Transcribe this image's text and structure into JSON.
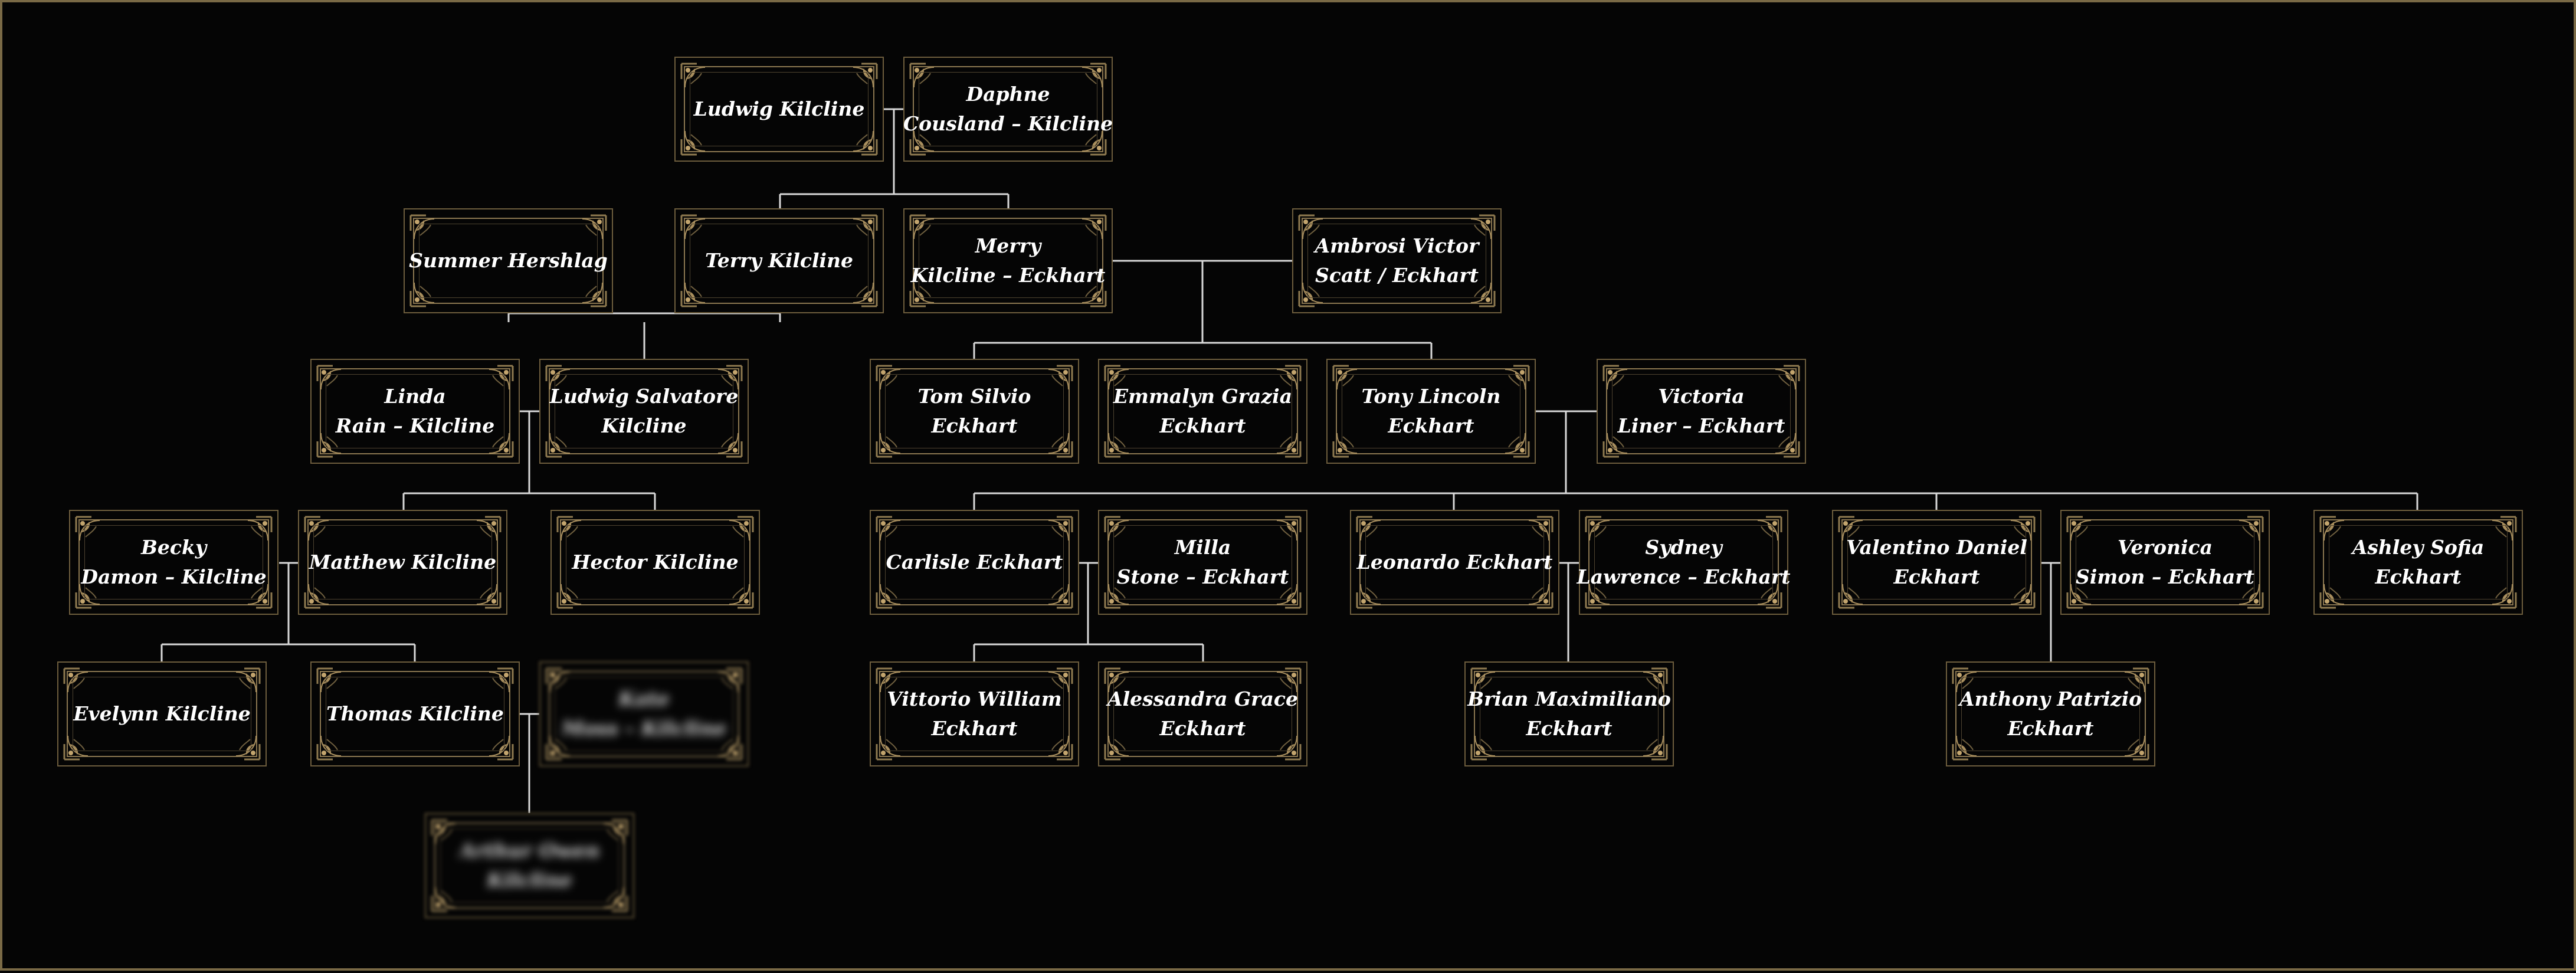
{
  "diagram": {
    "colors": {
      "background": "#050505",
      "frame": "#7a6a46",
      "card_border": "#8a7650",
      "text": "#ffffff",
      "connector": "#d9d9d9"
    },
    "people": {
      "ludwig_k": {
        "line1": "Ludwig Kilcline",
        "line2": ""
      },
      "daphne": {
        "line1": "Daphne",
        "line2": "Cousland – Kilcline"
      },
      "summer": {
        "line1": "Summer Hershlag",
        "line2": ""
      },
      "terry": {
        "line1": "Terry Kilcline",
        "line2": ""
      },
      "merry": {
        "line1": "Merry",
        "line2": "Kilcline – Eckhart"
      },
      "ambrosi": {
        "line1": "Ambrosi Victor",
        "line2": "Scatt / Eckhart"
      },
      "linda": {
        "line1": "Linda",
        "line2": "Rain – Kilcline"
      },
      "ludwig_s": {
        "line1": "Ludwig Salvatore",
        "line2": "Kilcline"
      },
      "tom": {
        "line1": "Tom Silvio",
        "line2": "Eckhart"
      },
      "emmalyn": {
        "line1": "Emmalyn Grazia",
        "line2": "Eckhart"
      },
      "tony": {
        "line1": "Tony Lincoln",
        "line2": "Eckhart"
      },
      "victoria": {
        "line1": "Victoria",
        "line2": "Liner – Eckhart"
      },
      "becky": {
        "line1": "Becky",
        "line2": "Damon – Kilcline"
      },
      "matthew": {
        "line1": "Matthew Kilcline",
        "line2": ""
      },
      "hector": {
        "line1": "Hector Kilcline",
        "line2": ""
      },
      "carlisle": {
        "line1": "Carlisle Eckhart",
        "line2": ""
      },
      "milla": {
        "line1": "Milla",
        "line2": "Stone – Eckhart"
      },
      "leonardo": {
        "line1": "Leonardo Eckhart",
        "line2": ""
      },
      "sydney": {
        "line1": "Sydney",
        "line2": "Lawrence – Eckhart"
      },
      "valentino": {
        "line1": "Valentino Daniel",
        "line2": "Eckhart"
      },
      "veronica": {
        "line1": "Veronica",
        "line2": "Simon – Eckhart"
      },
      "ashley": {
        "line1": "Ashley Sofia",
        "line2": "Eckhart"
      },
      "evelynn": {
        "line1": "Evelynn Kilcline",
        "line2": ""
      },
      "thomas": {
        "line1": "Thomas Kilcline",
        "line2": ""
      },
      "blurred_spouse": {
        "line1": "Kate",
        "line2": "Moss – Kilcline"
      },
      "vittorio": {
        "line1": "Vittorio William",
        "line2": "Eckhart"
      },
      "alessandra": {
        "line1": "Alessandra Grace",
        "line2": "Eckhart"
      },
      "brian": {
        "line1": "Brian Maximiliano",
        "line2": "Eckhart"
      },
      "anthony": {
        "line1": "Anthony Patrizio",
        "line2": "Eckhart"
      },
      "blurred_child": {
        "line1": "Arthur Owen",
        "line2": "Kilcline"
      }
    }
  }
}
